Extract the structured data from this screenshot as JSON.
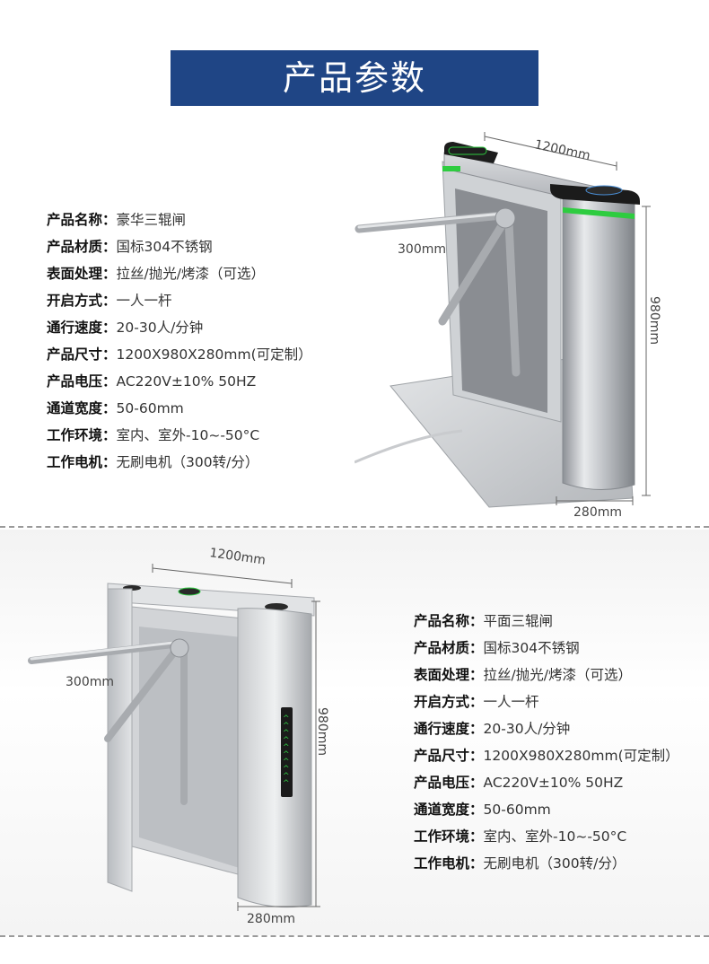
{
  "header": {
    "title": "产品参数"
  },
  "products": [
    {
      "specs": [
        {
          "label": "产品名称",
          "value": "豪华三辊闸"
        },
        {
          "label": "产品材质",
          "value": "国标304不锈钢"
        },
        {
          "label": "表面处理",
          "value": "拉丝/抛光/烤漆（可选）"
        },
        {
          "label": "开启方式",
          "value": "一人一杆"
        },
        {
          "label": "通行速度",
          "value": "20-30人/分钟"
        },
        {
          "label": "产品尺寸",
          "value": "1200X980X280mm(可定制）"
        },
        {
          "label": "产品电压",
          "value": "AC220V±10% 50HZ"
        },
        {
          "label": "通道宽度",
          "value": "50-60mm"
        },
        {
          "label": "工作环境",
          "value": "室内、室外-10~-50°C"
        },
        {
          "label": "工作电机",
          "value": "无刷电机（300转/分）"
        }
      ],
      "dimensions": {
        "length": "1200mm",
        "height": "980mm",
        "depth": "280mm",
        "arm": "300mm"
      }
    },
    {
      "specs": [
        {
          "label": "产品名称",
          "value": "平面三辊闸"
        },
        {
          "label": "产品材质",
          "value": "国标304不锈钢"
        },
        {
          "label": "表面处理",
          "value": "拉丝/抛光/烤漆（可选）"
        },
        {
          "label": "开启方式",
          "value": "一人一杆"
        },
        {
          "label": "通行速度",
          "value": "20-30人/分钟"
        },
        {
          "label": "产品尺寸",
          "value": "1200X980X280mm(可定制）"
        },
        {
          "label": "产品电压",
          "value": "AC220V±10% 50HZ"
        },
        {
          "label": "通道宽度",
          "value": "50-60mm"
        },
        {
          "label": "工作环境",
          "value": "室内、室外-10~-50°C"
        },
        {
          "label": "工作电机",
          "value": "无刷电机（300转/分）"
        }
      ],
      "dimensions": {
        "length": "1200mm",
        "height": "980mm",
        "depth": "280mm",
        "arm": "300mm"
      }
    }
  ],
  "colors": {
    "banner": "#1f4585",
    "indicator_green": "#2ecc40",
    "steel": "#b9bcc0"
  },
  "separator": "："
}
